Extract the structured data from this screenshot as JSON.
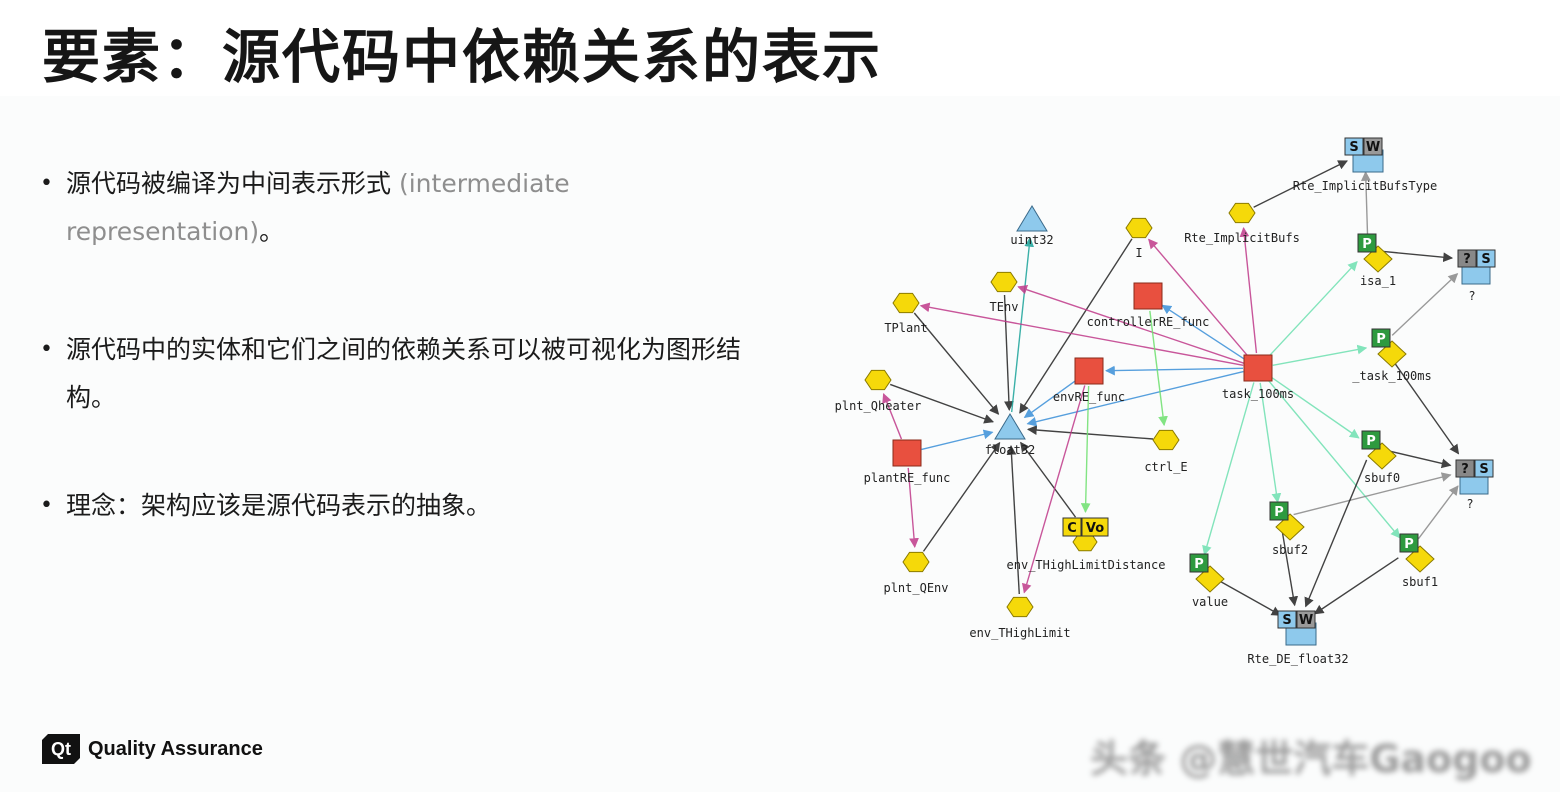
{
  "title": "要素：源代码中依赖关系的表示",
  "bullets": [
    {
      "text": "源代码被编译为中间表示形式",
      "light": "(intermediate representation)",
      "tail": "。"
    },
    {
      "text": "源代码中的实体和它们之间的依赖关系可以被可视化为图形结构。"
    },
    {
      "text": "理念：架构应该是源代码表示的抽象。"
    }
  ],
  "bullet_symbol": "•",
  "footer": {
    "logo": "Qt",
    "text": "Quality Assurance"
  },
  "watermark": "头条 @慧世汽车Gaogoo",
  "colors": {
    "function": "#e8503f",
    "variable": "#f5d90a",
    "type": "#8ec9ec",
    "port": "#2e9a3f",
    "edge": "#222222"
  },
  "graph": {
    "nodes": [
      {
        "id": "rte_implicit_bufs_type",
        "label": "Rte_ImplicitBufsType",
        "kind": "sw",
        "badges": [
          "S",
          "W"
        ]
      },
      {
        "id": "uint32",
        "label": "uint32",
        "kind": "triangle"
      },
      {
        "id": "I",
        "label": "I",
        "kind": "hexagon"
      },
      {
        "id": "rte_implicit_bufs",
        "label": "Rte_ImplicitBufs",
        "kind": "hexagon"
      },
      {
        "id": "isa_1",
        "label": "isa_1",
        "kind": "port",
        "badges": [
          "P"
        ]
      },
      {
        "id": "q1",
        "label": "?",
        "kind": "unknown",
        "badges": [
          "?",
          "S"
        ]
      },
      {
        "id": "TEnv",
        "label": "TEnv",
        "kind": "hexagon"
      },
      {
        "id": "TPlant",
        "label": "TPlant",
        "kind": "hexagon"
      },
      {
        "id": "controllerRE_func",
        "label": "controllerRE_func",
        "kind": "square"
      },
      {
        "id": "task_100ms_port",
        "label": "_task_100ms",
        "kind": "port",
        "badges": [
          "P"
        ]
      },
      {
        "id": "plnt_Qheater",
        "label": "plnt_Qheater",
        "kind": "hexagon"
      },
      {
        "id": "envRE_func",
        "label": "envRE_func",
        "kind": "square"
      },
      {
        "id": "task_100ms",
        "label": "task_100ms",
        "kind": "square"
      },
      {
        "id": "float32",
        "label": "float32",
        "kind": "triangle"
      },
      {
        "id": "ctrl_E",
        "label": "ctrl_E",
        "kind": "hexagon"
      },
      {
        "id": "plantRE_func",
        "label": "plantRE_func",
        "kind": "square"
      },
      {
        "id": "sbuf0",
        "label": "sbuf0",
        "kind": "port",
        "badges": [
          "P"
        ]
      },
      {
        "id": "q2",
        "label": "?",
        "kind": "unknown",
        "badges": [
          "?",
          "S"
        ]
      },
      {
        "id": "cvo",
        "label": "",
        "kind": "cvo",
        "badges": [
          "C",
          "Vo"
        ]
      },
      {
        "id": "sbuf2",
        "label": "sbuf2",
        "kind": "port",
        "badges": [
          "P"
        ]
      },
      {
        "id": "sbuf1",
        "label": "sbuf1",
        "kind": "port",
        "badges": [
          "P"
        ]
      },
      {
        "id": "plnt_QEnv",
        "label": "plnt_QEnv",
        "kind": "hexagon"
      },
      {
        "id": "env_THighLimitDistance",
        "label": "env_THighLimitDistance",
        "kind": "text"
      },
      {
        "id": "value",
        "label": "value",
        "kind": "port",
        "badges": [
          "P"
        ]
      },
      {
        "id": "env_THighLimit",
        "label": "env_THighLimit",
        "kind": "hexagon"
      },
      {
        "id": "rte_de_float32",
        "label": "Rte_DE_float32",
        "kind": "sw",
        "badges": [
          "S",
          "W"
        ]
      }
    ],
    "edges": [
      {
        "from": "TPlant",
        "to": "float32",
        "color": "#222222"
      },
      {
        "from": "TEnv",
        "to": "float32",
        "color": "#222222"
      },
      {
        "from": "plnt_Qheater",
        "to": "float32",
        "color": "#222222"
      },
      {
        "from": "I",
        "to": "float32",
        "color": "#222222"
      },
      {
        "from": "ctrl_E",
        "to": "float32",
        "color": "#222222"
      },
      {
        "from": "plnt_QEnv",
        "to": "float32",
        "color": "#222222"
      },
      {
        "from": "env_THighLimit",
        "to": "float32",
        "color": "#222222"
      },
      {
        "from": "cvo",
        "to": "float32",
        "color": "#222222"
      },
      {
        "from": "envRE_func",
        "to": "float32",
        "color": "#3a8fd8"
      },
      {
        "from": "plantRE_func",
        "to": "float32",
        "color": "#3a8fd8"
      },
      {
        "from": "task_100ms",
        "to": "float32",
        "color": "#3a8fd8"
      },
      {
        "from": "float32",
        "to": "uint32",
        "color": "#1aa39a"
      },
      {
        "from": "task_100ms",
        "to": "controllerRE_func",
        "color": "#3a8fd8"
      },
      {
        "from": "task_100ms",
        "to": "envRE_func",
        "color": "#3a8fd8"
      },
      {
        "from": "task_100ms",
        "to": "TPlant",
        "color": "#c03a8a"
      },
      {
        "from": "task_100ms",
        "to": "TEnv",
        "color": "#c03a8a"
      },
      {
        "from": "task_100ms",
        "to": "I",
        "color": "#c03a8a"
      },
      {
        "from": "task_100ms",
        "to": "rte_implicit_bufs",
        "color": "#c03a8a"
      },
      {
        "from": "task_100ms",
        "to": "isa_1",
        "color": "#6ee0b0"
      },
      {
        "from": "task_100ms",
        "to": "task_100ms_port",
        "color": "#6ee0b0"
      },
      {
        "from": "task_100ms",
        "to": "sbuf0",
        "color": "#6ee0b0"
      },
      {
        "from": "task_100ms",
        "to": "sbuf1",
        "color": "#6ee0b0"
      },
      {
        "from": "task_100ms",
        "to": "sbuf2",
        "color": "#6ee0b0"
      },
      {
        "from": "task_100ms",
        "to": "value",
        "color": "#6ee0b0"
      },
      {
        "from": "controllerRE_func",
        "to": "ctrl_E",
        "color": "#6ee06e"
      },
      {
        "from": "envRE_func",
        "to": "env_THighLimit",
        "color": "#c03a8a"
      },
      {
        "from": "envRE_func",
        "to": "cvo",
        "color": "#6ee06e"
      },
      {
        "from": "plantRE_func",
        "to": "plnt_QEnv",
        "color": "#c03a8a"
      },
      {
        "from": "plantRE_func",
        "to": "plnt_Qheater",
        "color": "#c03a8a"
      },
      {
        "from": "rte_implicit_bufs",
        "to": "rte_implicit_bufs_type",
        "color": "#222222"
      },
      {
        "from": "isa_1",
        "to": "rte_implicit_bufs_type",
        "color": "#888888"
      },
      {
        "from": "isa_1",
        "to": "q1",
        "color": "#222222"
      },
      {
        "from": "task_100ms_port",
        "to": "q1",
        "color": "#888888"
      },
      {
        "from": "task_100ms_port",
        "to": "q2",
        "color": "#222222"
      },
      {
        "from": "sbuf0",
        "to": "q2",
        "color": "#222222"
      },
      {
        "from": "sbuf2",
        "to": "q2",
        "color": "#888888"
      },
      {
        "from": "sbuf1",
        "to": "q2",
        "color": "#888888"
      },
      {
        "from": "sbuf0",
        "to": "rte_de_float32",
        "color": "#222222"
      },
      {
        "from": "sbuf2",
        "to": "rte_de_float32",
        "color": "#222222"
      },
      {
        "from": "sbuf1",
        "to": "rte_de_float32",
        "color": "#222222"
      },
      {
        "from": "value",
        "to": "rte_de_float32",
        "color": "#222222"
      }
    ]
  }
}
